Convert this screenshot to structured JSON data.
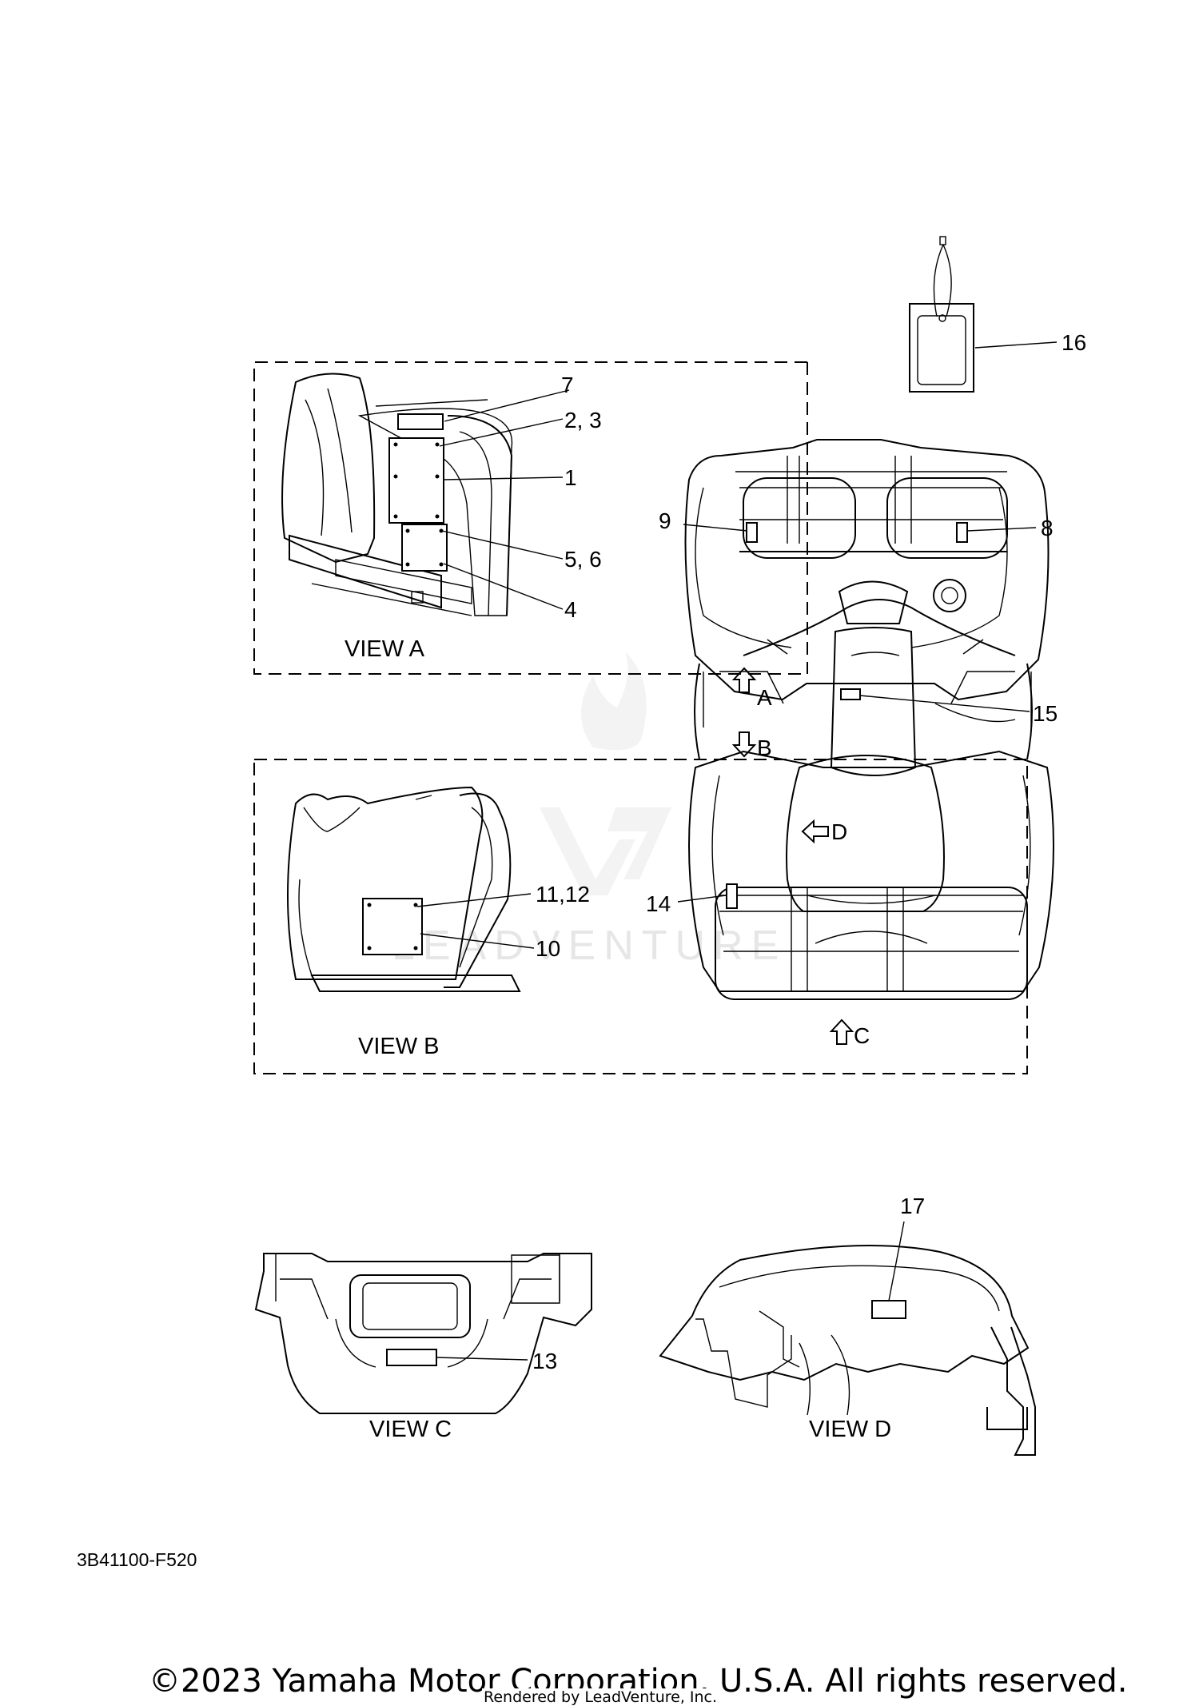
{
  "diagram": {
    "callouts": {
      "c1": "1",
      "c2_3": "2, 3",
      "c4": "4",
      "c5_6": "5, 6",
      "c7": "7",
      "c8": "8",
      "c9": "9",
      "c10": "10",
      "c11_12": "11,12",
      "c13": "13",
      "c14": "14",
      "c15": "15",
      "c16": "16",
      "c17": "17"
    },
    "views": {
      "a": "VIEW A",
      "b": "VIEW B",
      "c": "VIEW C",
      "d": "VIEW D"
    },
    "arrows": {
      "a": "A",
      "b": "B",
      "c": "C",
      "d": "D"
    },
    "part_code": "3B41100-F520",
    "watermark": "LEADVENTURE"
  },
  "footer": {
    "copyright": "©2023 Yamaha Motor Corporation, U.S.A. All rights reserved.",
    "rendered_by": "Rendered by LeadVenture, Inc."
  }
}
